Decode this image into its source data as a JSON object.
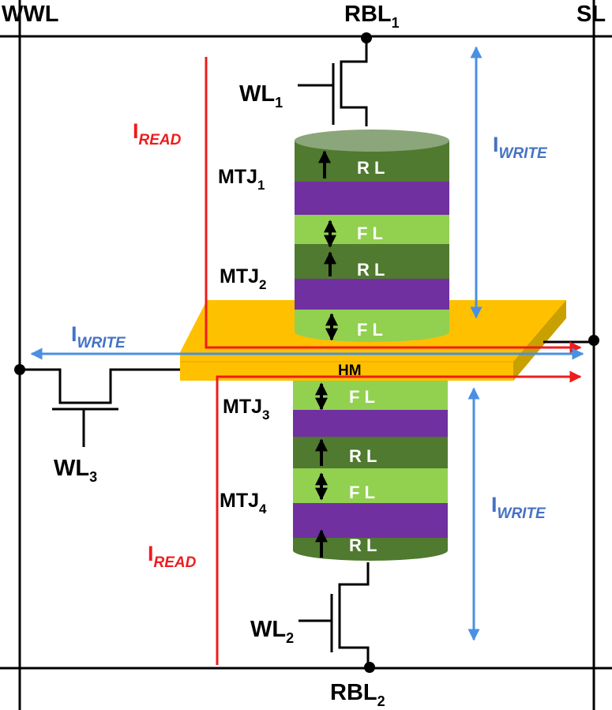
{
  "labels": {
    "wwl": "WWL",
    "sl": "SL",
    "rbl1": {
      "base": "RBL",
      "sub": "1"
    },
    "rbl2": {
      "base": "RBL",
      "sub": "2"
    },
    "wl1": {
      "base": "WL",
      "sub": "1"
    },
    "wl2": {
      "base": "WL",
      "sub": "2"
    },
    "wl3": {
      "base": "WL",
      "sub": "3"
    },
    "mtj1": {
      "base": "MTJ",
      "sub": "1"
    },
    "mtj2": {
      "base": "MTJ",
      "sub": "2"
    },
    "mtj3": {
      "base": "MTJ",
      "sub": "3"
    },
    "mtj4": {
      "base": "MTJ",
      "sub": "4"
    },
    "hm": "HM"
  },
  "currents": {
    "read_top": {
      "base": "I",
      "sub": "READ"
    },
    "read_bottom": {
      "base": "I",
      "sub": "READ"
    },
    "write_right_top": {
      "base": "I",
      "sub": "WRITE"
    },
    "write_left": {
      "base": "I",
      "sub": "WRITE"
    },
    "write_right_bottom": {
      "base": "I",
      "sub": "WRITE"
    }
  },
  "layers": {
    "reference": "R L",
    "free": "F L"
  },
  "colors": {
    "read_current": "#ee1c1c",
    "write_current_arrow": "#4a90e2",
    "write_current_label": "#4472c4",
    "reference_layer": "#4f7a2f",
    "free_layer": "#92d050",
    "barrier": "#7030a0",
    "heavy_metal": "#ffc000",
    "heavy_metal_side": "#c8a000",
    "wire": "#000000"
  }
}
